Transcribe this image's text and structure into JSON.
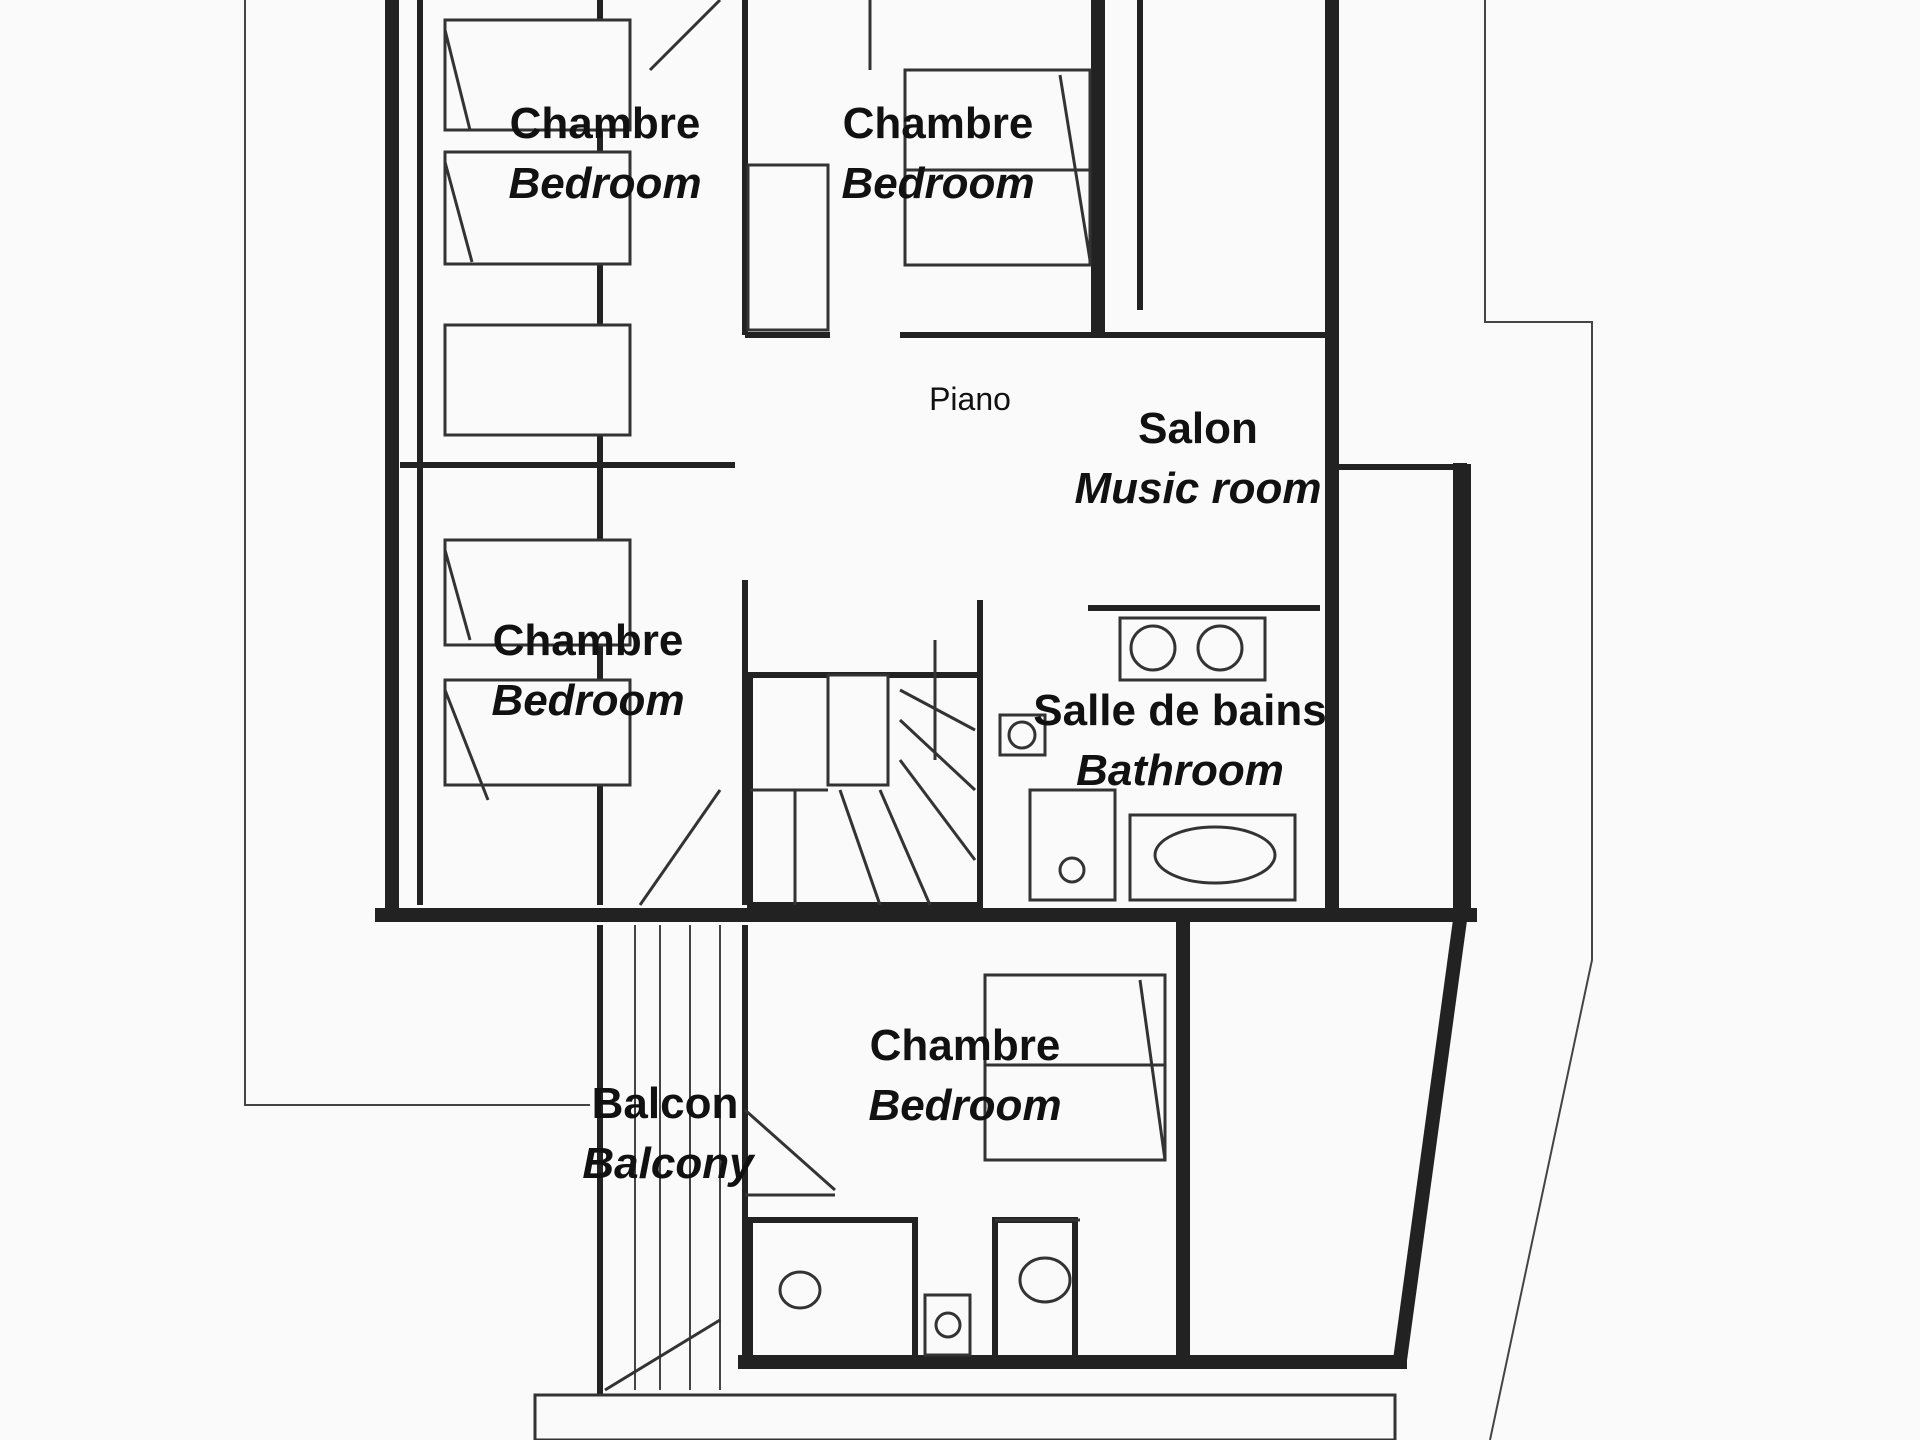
{
  "rooms": {
    "bedroom_top_left": {
      "fr": "Chambre",
      "en": "Bedroom"
    },
    "bedroom_top_center": {
      "fr": "Chambre",
      "en": "Bedroom"
    },
    "bedroom_mid_left": {
      "fr": "Chambre",
      "en": "Bedroom"
    },
    "bedroom_bottom": {
      "fr": "Chambre",
      "en": "Bedroom"
    },
    "music_room": {
      "fr": "Salon",
      "en": "Music room"
    },
    "bathroom": {
      "fr": "Salle de bains",
      "en": "Bathroom"
    },
    "balcony": {
      "fr": "Balcon",
      "en": "Balcony"
    }
  },
  "fixtures": {
    "piano": "Piano"
  }
}
